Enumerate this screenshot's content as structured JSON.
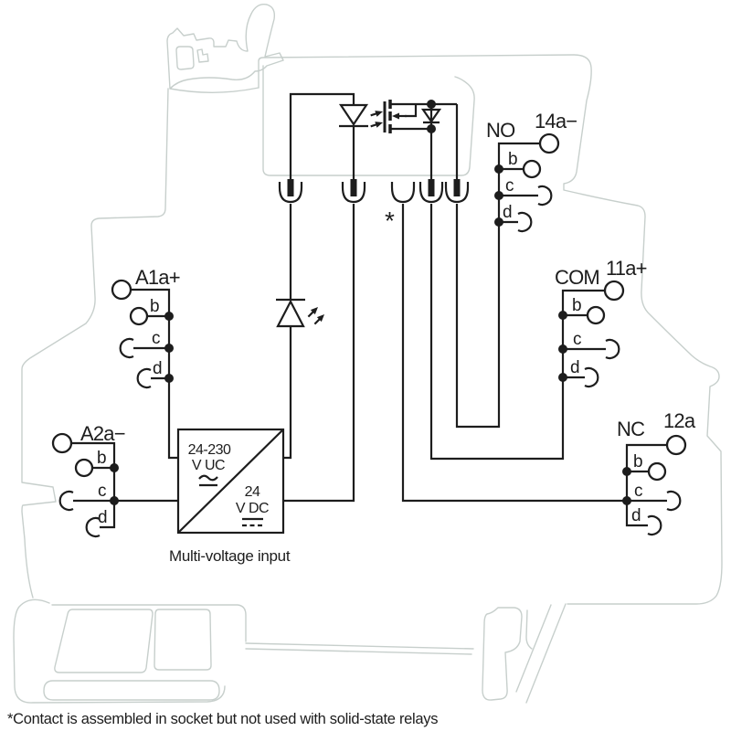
{
  "groups": {
    "a1": {
      "label": "A1a+"
    },
    "a2": {
      "label": "A2a−"
    },
    "no": {
      "label": "NO",
      "terminal": "14a−"
    },
    "com": {
      "label": "COM",
      "terminal": "11a+"
    },
    "nc": {
      "label": "NC",
      "terminal": "12a"
    }
  },
  "sub_labels": {
    "b": "b",
    "c": "c",
    "d": "d"
  },
  "power_block": {
    "input_range": "24-230",
    "input_unit": "V UC",
    "output_value": "24",
    "output_unit": "V DC",
    "caption": "Multi-voltage input"
  },
  "asterisk_marker": "*",
  "footnote": "*Contact is assembled in socket but not used with solid-state relays",
  "colors": {
    "wire": "#1d1d1d",
    "housing_outline": "#c7cfcc"
  }
}
